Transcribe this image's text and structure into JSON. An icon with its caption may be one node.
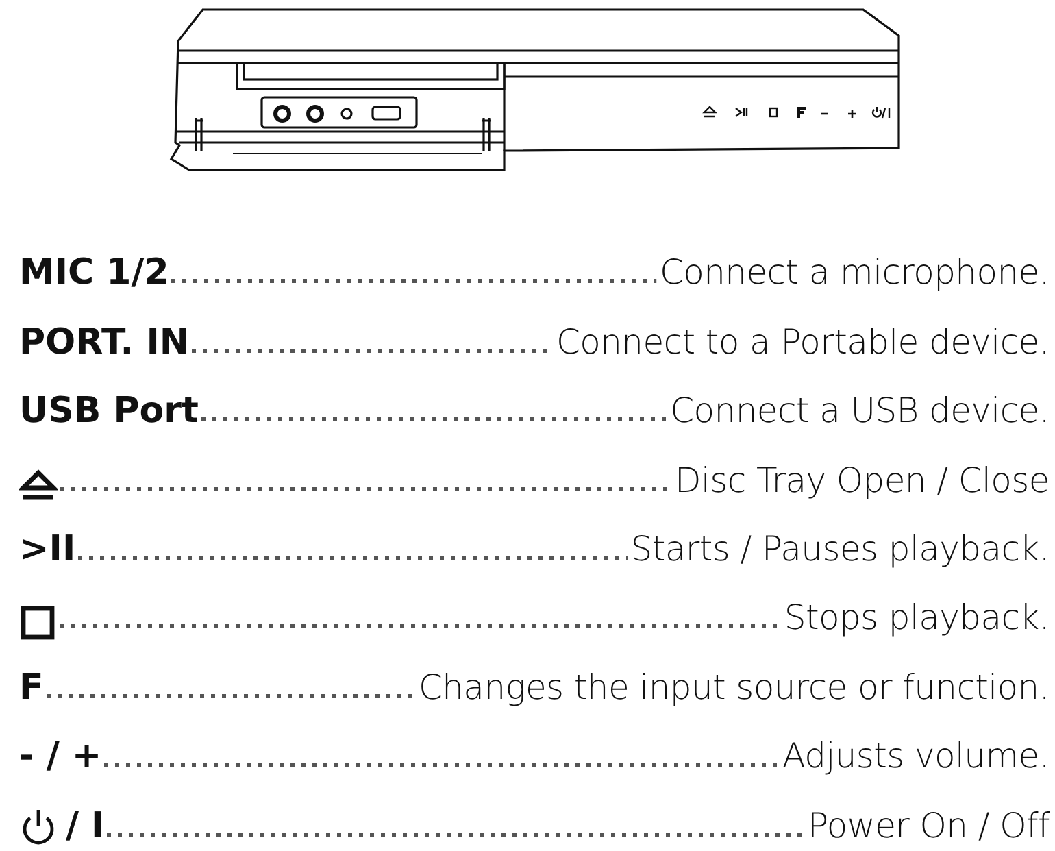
{
  "diagram": {
    "nodes": [
      {
        "text": [
          "MIC 1/2"
        ]
      },
      {
        "text": [
          "Connect a microphone."
        ]
      },
      {
        "text": [
          "PORT. IN"
        ]
      },
      {
        "text": [
          "Connect to a Portable device."
        ]
      },
      {
        "text": [
          "USB Port"
        ]
      },
      {
        "text": [
          "Connect a USB device."
        ]
      },
      {
        "text": [],
        "shape": "triangle"
      },
      {
        "text": [
          "Disc Tray Open / Close"
        ]
      },
      {
        "text": [
          ">II"
        ]
      },
      {
        "text": [
          "Starts / Pauses playback."
        ]
      },
      {
        "text": [],
        "shape": "square"
      },
      {
        "text": [
          "Stops playback."
        ]
      },
      {
        "text": [
          "F"
        ]
      },
      {
        "text": [
          "Changes the input source or function."
        ]
      },
      {
        "text": [
          "- / +"
        ]
      },
      {
        "text": [
          "Adjusts volume."
        ]
      },
      {
        "text": [
          "/ I"
        ]
      },
      {
        "text": [
          "Power On / Off"
        ]
      }
    ],
    "edges": [
      {
        "from": 0,
        "to": 1,
        "arrow": "none"
      },
      {
        "from": 2,
        "to": 3,
        "arrow": "none"
      },
      {
        "from": 4,
        "to": 5,
        "arrow": "none"
      },
      {
        "from": 6,
        "to": 7,
        "arrow": "none"
      },
      {
        "from": 8,
        "to": 9,
        "arrow": "none"
      },
      {
        "from": 10,
        "to": 11,
        "arrow": "none"
      },
      {
        "from": 12,
        "to": 13,
        "arrow": "none"
      },
      {
        "from": 14,
        "to": 15,
        "arrow": "none"
      },
      {
        "from": 16,
        "to": 17,
        "arrow": "none"
      }
    ]
  }
}
